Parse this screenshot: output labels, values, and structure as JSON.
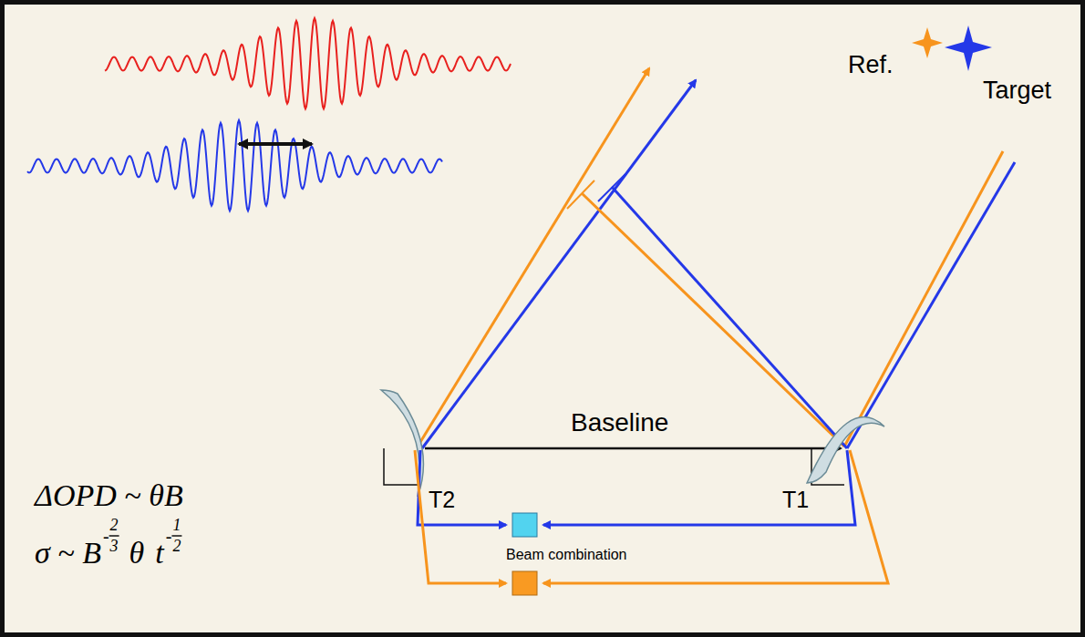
{
  "diagram": {
    "labels": [
      "Ref.",
      "Target",
      "Baseline",
      "T2",
      "T1",
      "Beam combination",
      "ΔOPD ~ θB",
      "σ ~ B",
      "-",
      "2",
      "3",
      "θ",
      "t",
      "-",
      "1",
      "2"
    ]
  }
}
